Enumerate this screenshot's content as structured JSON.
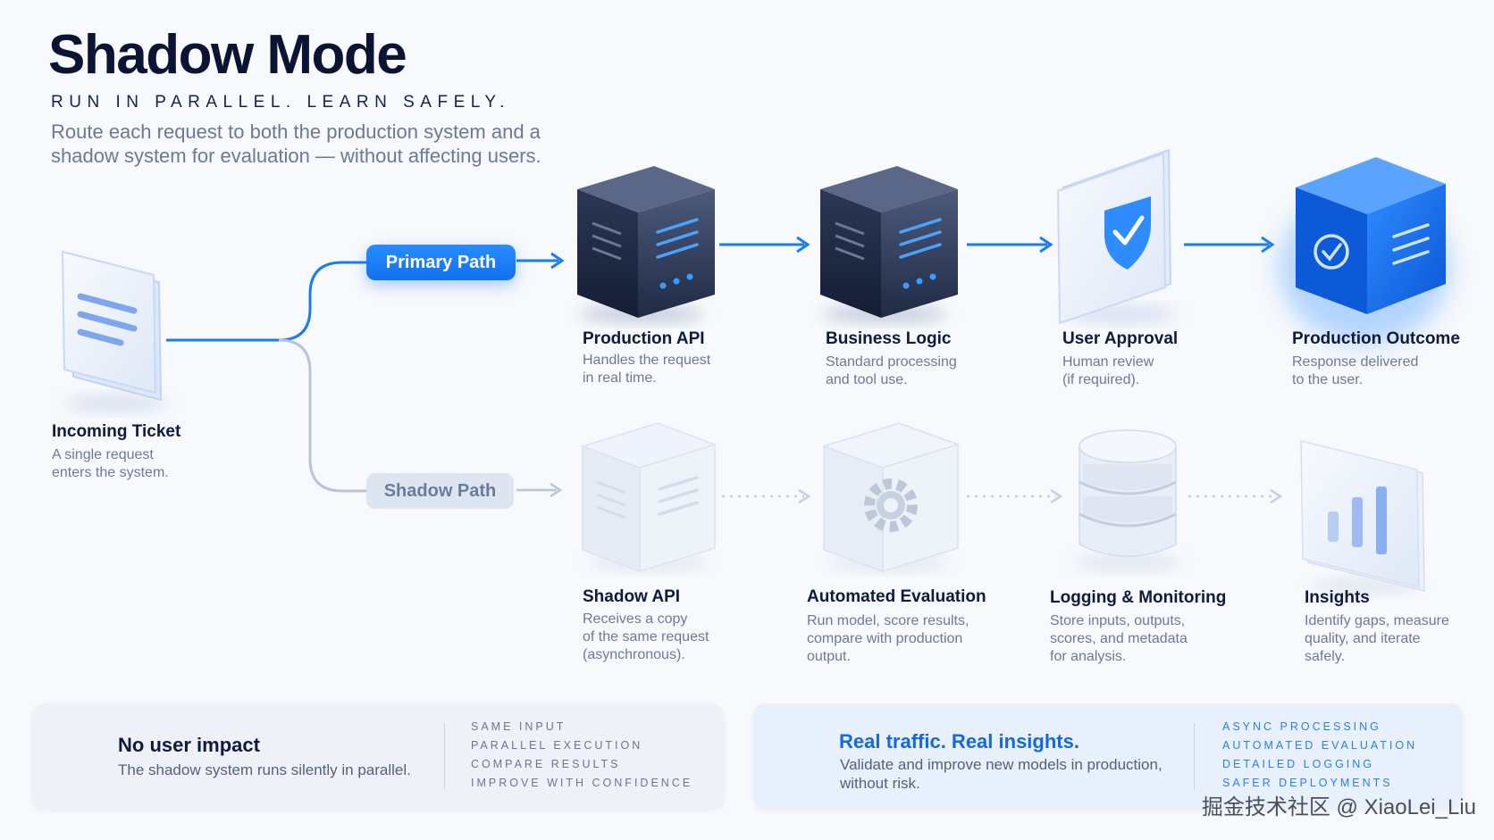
{
  "header": {
    "title": "Shadow Mode",
    "subtitle": "RUN IN PARALLEL. LEARN SAFELY.",
    "description": "Route each request to both the production system and a shadow system for evaluation — without affecting users."
  },
  "incoming": {
    "title": "Incoming Ticket",
    "desc_line1": "A single request",
    "desc_line2": "enters the system."
  },
  "paths": {
    "primary_label": "Primary Path",
    "shadow_label": "Shadow Path"
  },
  "primary_nodes": [
    {
      "title": "Production API",
      "line1": "Handles the request",
      "line2": "in real time."
    },
    {
      "title": "Business Logic",
      "line1": "Standard processing",
      "line2": "and tool use."
    },
    {
      "title": "User Approval",
      "line1": "Human review",
      "line2": "(if required)."
    },
    {
      "title": "Production Outcome",
      "line1": "Response delivered",
      "line2": "to the user."
    }
  ],
  "shadow_nodes": [
    {
      "title": "Shadow API",
      "line1": "Receives a copy",
      "line2": "of the same request",
      "line3": "(asynchronous)."
    },
    {
      "title": "Automated Evaluation",
      "line1": "Run model, score results,",
      "line2": "compare with production",
      "line3": "output."
    },
    {
      "title": "Logging & Monitoring",
      "line1": "Store inputs, outputs,",
      "line2": "scores, and metadata",
      "line3": "for analysis."
    },
    {
      "title": "Insights",
      "line1": "Identify gaps, measure",
      "line2": "quality, and iterate",
      "line3": "safely."
    }
  ],
  "footer_left": {
    "icon": "clock-icon",
    "title": "No user impact",
    "subtitle": "The shadow system runs silently in parallel.",
    "tags": [
      "SAME INPUT",
      "PARALLEL EXECUTION",
      "COMPARE RESULTS",
      "IMPROVE WITH CONFIDENCE"
    ]
  },
  "footer_right": {
    "icon": "lightning-icon",
    "title": "Real traffic. Real insights.",
    "line1": "Validate and improve new models in production,",
    "line2": "without risk.",
    "tags": [
      "ASYNC PROCESSING",
      "AUTOMATED EVALUATION",
      "DETAILED LOGGING",
      "SAFER DEPLOYMENTS"
    ]
  },
  "watermark": "掘金技术社区 @ XiaoLei_Liu",
  "colors": {
    "accent": "#1a7cf5",
    "dark": "#0f1b3d",
    "muted": "#6e7a95",
    "shadow_path": "#b7c4da"
  }
}
